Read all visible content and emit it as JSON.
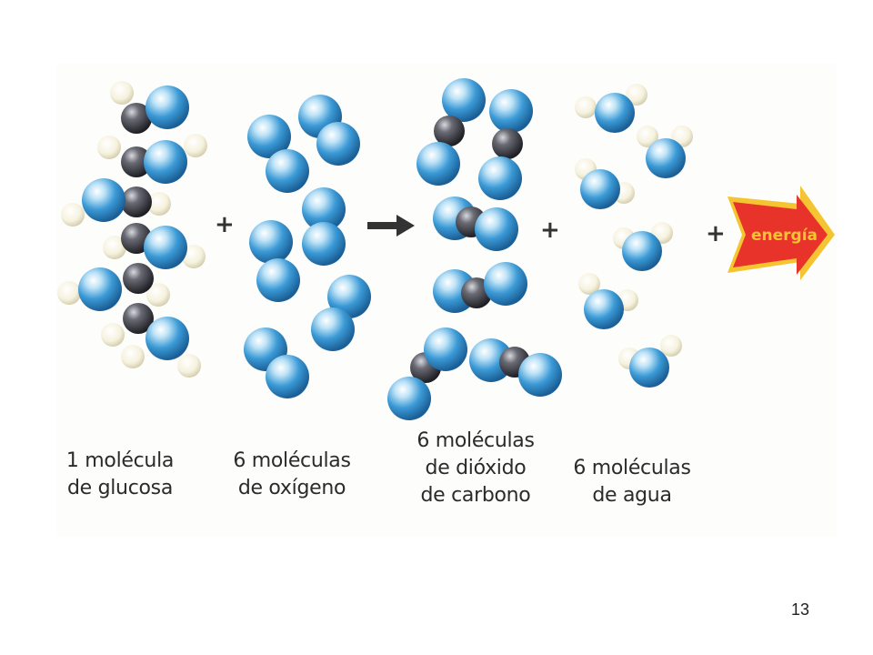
{
  "diagram": {
    "reactants": [
      {
        "id": "glucose",
        "lines": [
          "1 molécula",
          "de glucosa"
        ]
      },
      {
        "id": "oxygen",
        "lines": [
          "6 moléculas",
          "de oxígeno"
        ]
      }
    ],
    "products": [
      {
        "id": "co2",
        "lines": [
          "6 moléculas",
          "de dióxido",
          "de carbono"
        ]
      },
      {
        "id": "water",
        "lines": [
          "6 moléculas",
          "de agua"
        ]
      }
    ],
    "operators": {
      "plus": "+"
    },
    "energy_label": "energía"
  },
  "colors": {
    "oxygen_atom": "#3b9ad6",
    "carbon_atom": "#444450",
    "hydrogen_atom": "#f3efd9",
    "arrow_red": "#e8332b",
    "arrow_yellow": "#f4c531",
    "reaction_arrow": "#333333",
    "panel_bg": "#fdfdfc"
  },
  "slide": {
    "number": "13"
  }
}
